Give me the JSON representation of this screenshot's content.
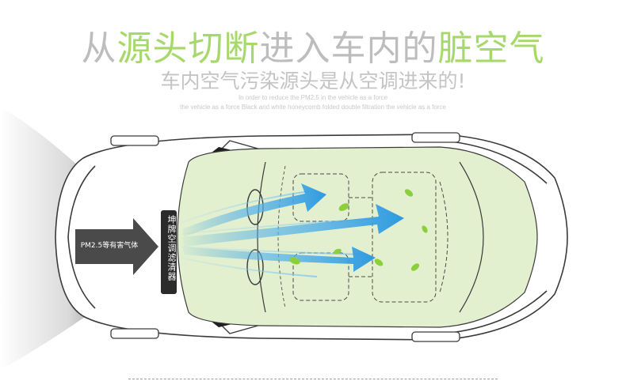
{
  "headline": {
    "part1": "从",
    "part2": "源头切断",
    "part3": "进入车内的",
    "part4": "脏空气"
  },
  "subheadline": "车内空气污染源头是从空调进来的!",
  "english": {
    "line1": "In order to reduce the PM2.5 in the vehicle as a force",
    "line2": "the vehicle as a force Black and white honeycomb folded double filtration the vehicle as a force"
  },
  "pollutant_label": "PM2.5等有害气体",
  "filter_label": "坤牌空调滤清器",
  "colors": {
    "headline_grey": "#bdbdbd",
    "headline_green": "#a6d96a",
    "cabin_fill": "#e3f0cf",
    "arrow_blue": "#2e9ae0",
    "leaf_green": "#8ccf3c",
    "filter_badge": "#2b2b2b"
  },
  "icons": [
    "car-top-view",
    "wind-arrow",
    "leaf-icon",
    "filter-badge"
  ]
}
